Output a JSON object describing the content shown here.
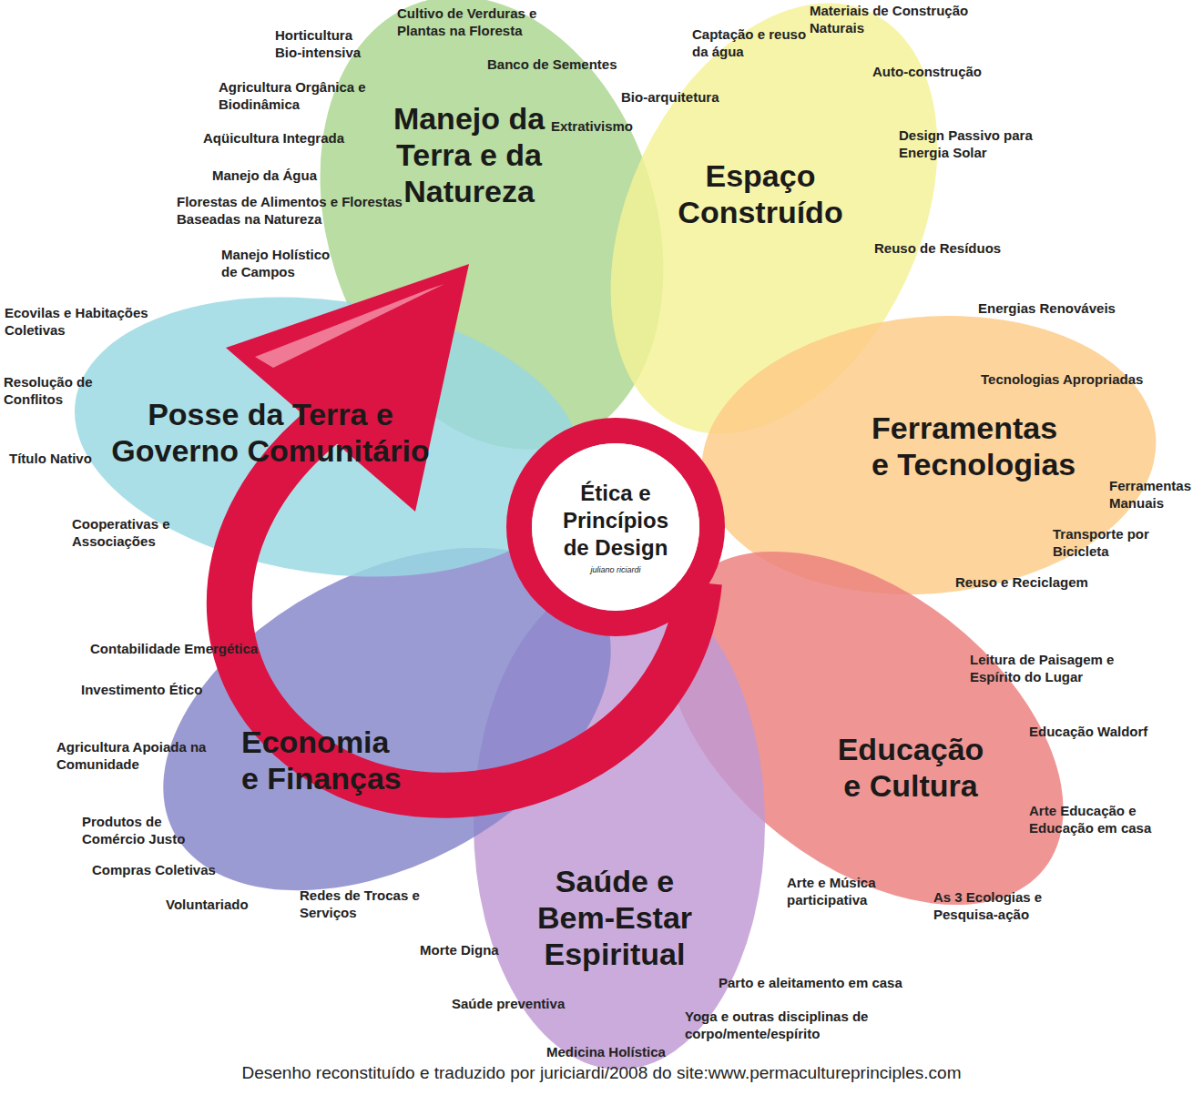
{
  "diagram": {
    "caption": "Desenho reconstituído e traduzido por juriciardi/2008 do site:www.permacultureprinciples.com",
    "nodes": [
      {
        "text": [
          "Manejo da Terra e da Natureza"
        ]
      },
      {
        "text": [
          "Espaço Construído"
        ]
      },
      {
        "text": [
          "Ferramentas e Tecnologias"
        ]
      },
      {
        "text": [
          "Educação e Cultura"
        ]
      },
      {
        "text": [
          "Saúde e Bem-Estar Espiritual"
        ]
      },
      {
        "text": [
          "Economia e Finanças"
        ]
      },
      {
        "text": [
          "Posse da Terra e Governo Comunitário"
        ]
      },
      {
        "text": [
          "Ética e Princípios de Design",
          "juliano riciardi"
        ]
      }
    ],
    "labels": [
      "Horticultura Bio-intensiva",
      "Cultivo de Verduras e Plantas na Floresta",
      "Banco de Sementes",
      "Agricultura Orgânica e Biodinâmica",
      "Aqüicultura Integrada",
      "Manejo da Água",
      "Florestas de Alimentos e Florestas Baseadas na Natureza",
      "Manejo Holístico de Campos",
      "Extrativismo",
      "Captação e reuso da água",
      "Materiais de Construção Naturais",
      "Bio-arquitetura",
      "Auto-construção",
      "Design Passivo para Energia Solar",
      "Reuso de Resíduos",
      "Energias Renováveis",
      "Tecnologias Apropriadas",
      "Ferramentas Manuais",
      "Transporte por Bicicleta",
      "Reuso e Reciclagem",
      "Leitura de Paisagem e Espírito do Lugar",
      "Educação Waldorf",
      "Arte Educação e Educação em casa",
      "As 3 Ecologias e Pesquisa-ação",
      "Arte e Música participativa",
      "Morte Digna",
      "Saúde preventiva",
      "Parto e aleitamento em casa",
      "Yoga e outras disciplinas de corpo/mente/espírito",
      "Medicina Holística",
      "Contabilidade Emergética",
      "Investimento Ético",
      "Agricultura Apoiada na Comunidade",
      "Produtos de Comércio Justo",
      "Compras Coletivas",
      "Voluntariado",
      "Redes de Trocas e Serviços",
      "Ecovilas e Habitações Coletivas",
      "Resolução de Conflitos",
      "Título Nativo",
      "Cooperativas e Associações"
    ]
  }
}
